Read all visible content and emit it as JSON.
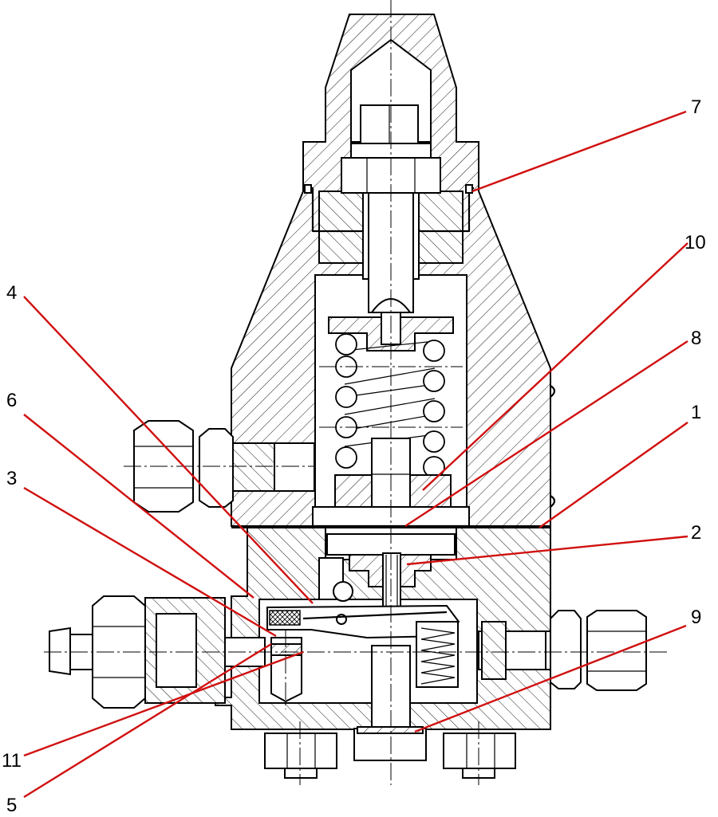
{
  "callouts": [
    {
      "id": "7",
      "text": "7"
    },
    {
      "id": "10",
      "text": "10"
    },
    {
      "id": "8",
      "text": "8"
    },
    {
      "id": "1",
      "text": "1"
    },
    {
      "id": "2",
      "text": "2"
    },
    {
      "id": "9",
      "text": "9"
    },
    {
      "id": "4",
      "text": "4"
    },
    {
      "id": "6",
      "text": "6"
    },
    {
      "id": "3",
      "text": "3"
    },
    {
      "id": "11",
      "text": "11"
    },
    {
      "id": "5",
      "text": "5"
    }
  ],
  "colors": {
    "leader": "#d01010",
    "line": "#000000",
    "background": "#ffffff"
  }
}
